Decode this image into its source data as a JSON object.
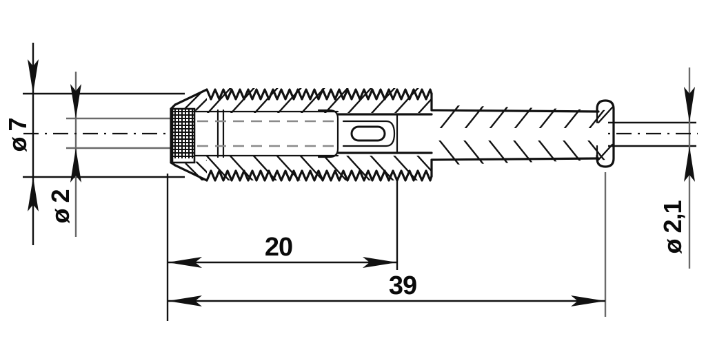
{
  "drawing": {
    "title": "Test probe / banana plug dimensioned drawing",
    "background_color": "#ffffff",
    "line_color": "#111111",
    "hidden_line_color": "#8a8a8a"
  },
  "dimensions": {
    "diameter_outer": {
      "label": "ø 7",
      "value": "7",
      "symbol": "ø",
      "orientation": "vertical",
      "position": "left-outer"
    },
    "diameter_inner": {
      "label": "ø 2",
      "value": "2",
      "symbol": "ø",
      "orientation": "vertical",
      "position": "left-inner"
    },
    "diameter_tip": {
      "label": "ø 2,1",
      "value": "2,1",
      "symbol": "ø",
      "orientation": "vertical",
      "position": "right"
    },
    "length_partial": {
      "label": "20",
      "value": "20",
      "orientation": "horizontal",
      "position": "bottom-upper"
    },
    "length_total": {
      "label": "39",
      "value": "39",
      "orientation": "horizontal",
      "position": "bottom-lower"
    }
  }
}
